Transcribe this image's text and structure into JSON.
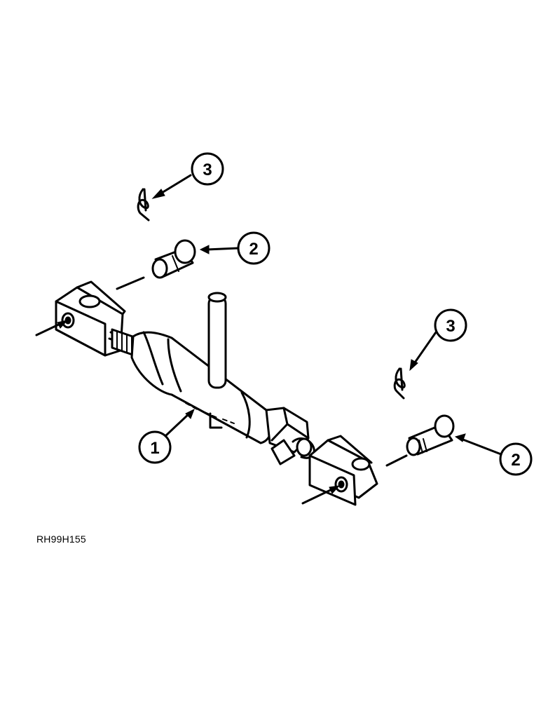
{
  "figure_code": "RH99H155",
  "callouts": [
    {
      "id": "callout-1",
      "number": "1"
    },
    {
      "id": "callout-2-upper",
      "number": "2"
    },
    {
      "id": "callout-3-upper",
      "number": "3"
    },
    {
      "id": "callout-3-lower",
      "number": "3"
    },
    {
      "id": "callout-2-lower",
      "number": "2"
    }
  ]
}
